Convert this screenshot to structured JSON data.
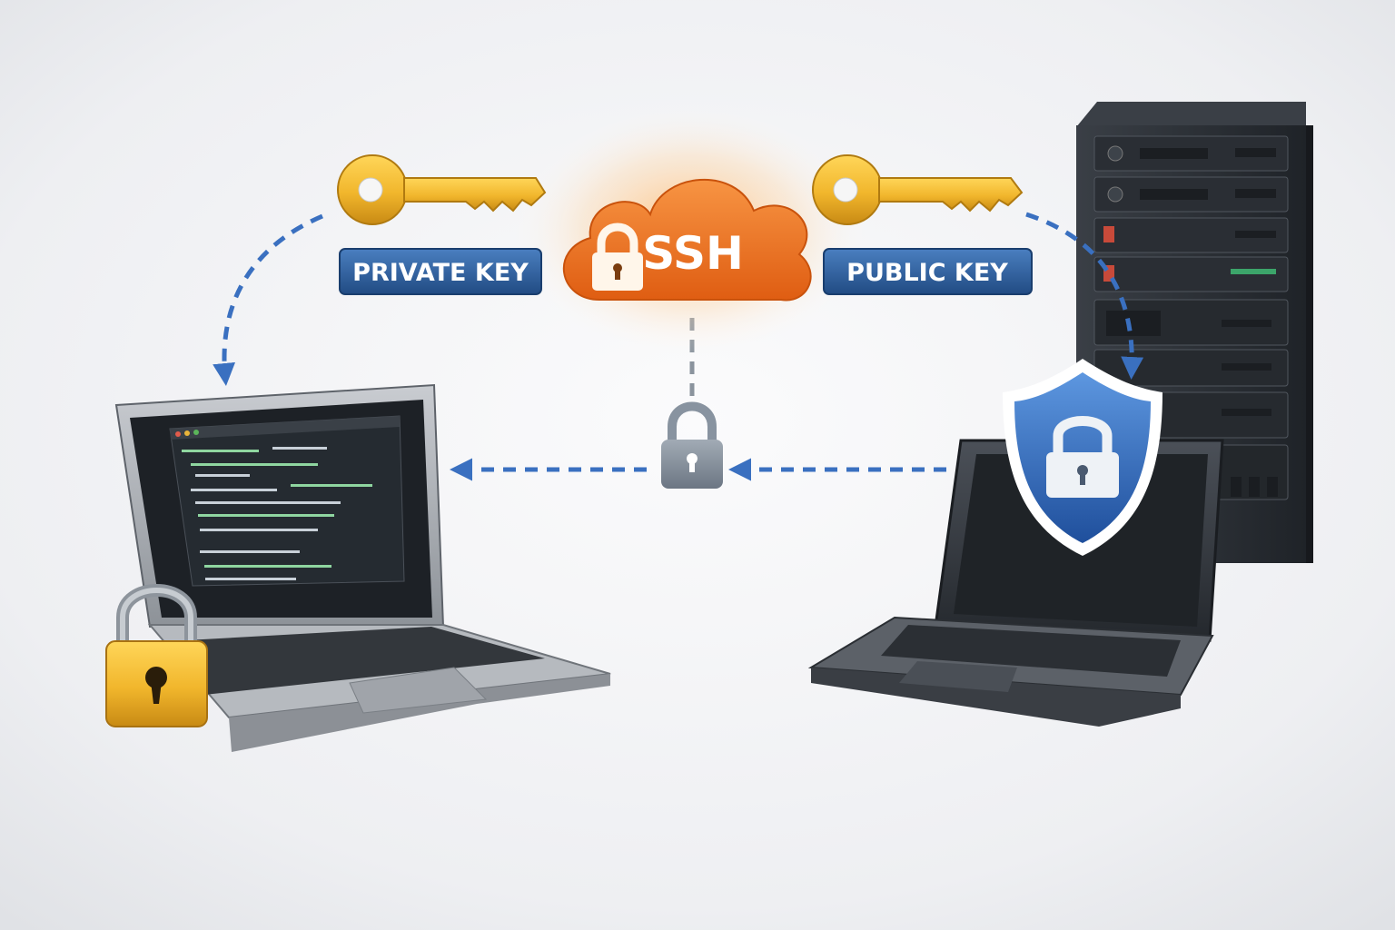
{
  "labels": {
    "private_key": "PRIVATE KEY",
    "public_key": "PUBLIC KEY",
    "protocol": "SSH"
  },
  "icons": [
    "private-key-icon",
    "public-key-icon",
    "ssh-cloud-icon",
    "transit-lock-icon",
    "client-laptop-icon",
    "client-padlock-icon",
    "remote-laptop-icon",
    "shield-lock-icon",
    "server-rack-icon"
  ],
  "colors": {
    "background": "#eeeff2",
    "key_gold": "#f1b62c",
    "label_blue": "#2c5d9a",
    "ssh_orange": "#ef7a22",
    "arrow_blue": "#3a70c0",
    "shield_blue": "#2f6cc4",
    "lock_gold": "#e4a52c",
    "lock_gray": "#8893a0",
    "server_dark": "#2e3339"
  }
}
